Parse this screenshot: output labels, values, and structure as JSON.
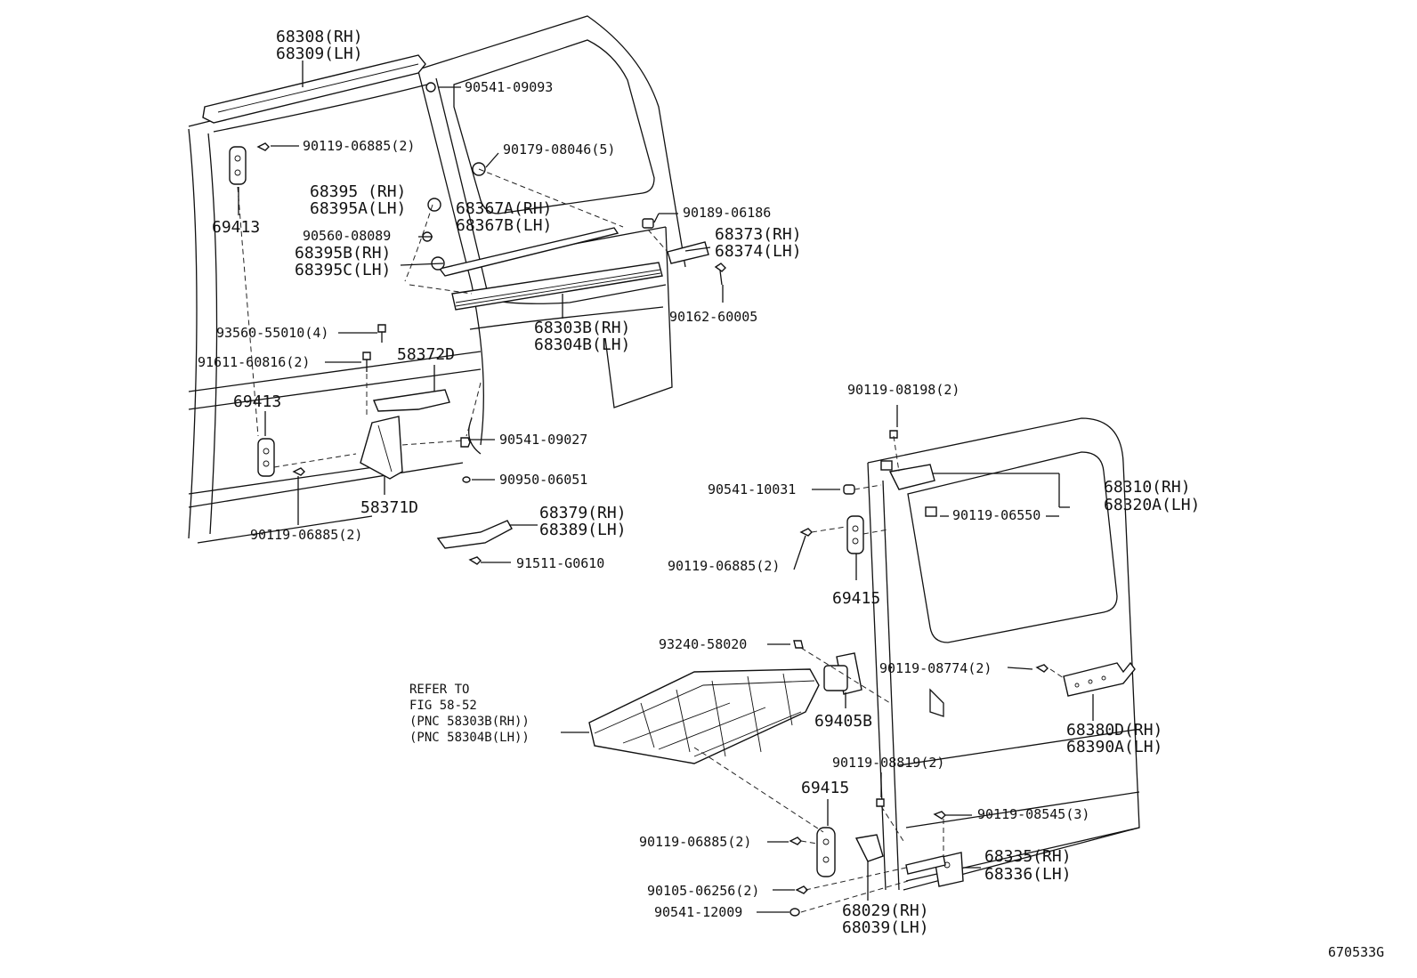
{
  "labels": {
    "a": [
      "68308(RH)",
      "68309(LH)"
    ],
    "b": "90541-09093",
    "c": "90119-06885(2)",
    "d": "90179-08046(5)",
    "e": [
      "68395 (RH)",
      "68395A(LH)"
    ],
    "f": [
      "68367A(RH)",
      "68367B(LH)"
    ],
    "g": "90189-06186",
    "h": "69413",
    "i": "90560-08089",
    "j": [
      "68373(RH)",
      "68374(LH)"
    ],
    "k": [
      "68395B(RH)",
      "68395C(LH)"
    ],
    "l": "90162-60005",
    "m": "93560-55010(4)",
    "n": [
      "68303B(RH)",
      "68304B(LH)"
    ],
    "o": "91611-60816(2)",
    "p": "58372D",
    "q": "69413",
    "r": "90541-09027",
    "s": "90950-06051",
    "t": "58371D",
    "u": [
      "68379(RH)",
      "68389(LH)"
    ],
    "v": "90119-06885(2)",
    "w": "91511-G0610",
    "x": "90119-08198(2)",
    "y": "90541-10031",
    "z": [
      "68310(RH)",
      "68320A(LH)"
    ],
    "aa": "90119-06550",
    "ab": "90119-06885(2)",
    "ac": "69415",
    "ad": "93240-58020",
    "ae": "90119-08774(2)",
    "af": "69405B",
    "ag": [
      "68380D(RH)",
      "68390A(LH)"
    ],
    "ah": "90119-08819(2)",
    "ai": "69415",
    "aj": "90119-08545(3)",
    "ak": "90119-06885(2)",
    "al": [
      "68335(RH)",
      "68336(LH)"
    ],
    "am": "90105-06256(2)",
    "an": "90541-12009",
    "ao": [
      "68029(RH)",
      "68039(LH)"
    ]
  },
  "refer": [
    "REFER TO",
    "FIG 58-52",
    "(PNC 58303B(RH))",
    "(PNC 58304B(LH))"
  ],
  "figure_id": "670533G"
}
